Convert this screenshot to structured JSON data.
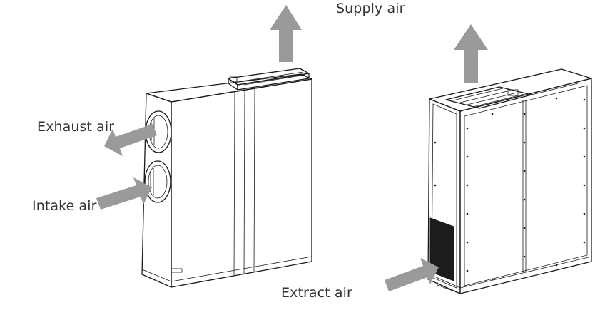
{
  "labels": {
    "supply_air": "Supply air",
    "exhaust_air": "Exhaust air",
    "intake_air": "Intake air",
    "extract_air": "Extract air"
  },
  "colors": {
    "arrow_fill": "#9a9a9a",
    "outline": "#1a1a1a",
    "label_text": "#333333",
    "grille_fill": "#1c1c1c"
  }
}
